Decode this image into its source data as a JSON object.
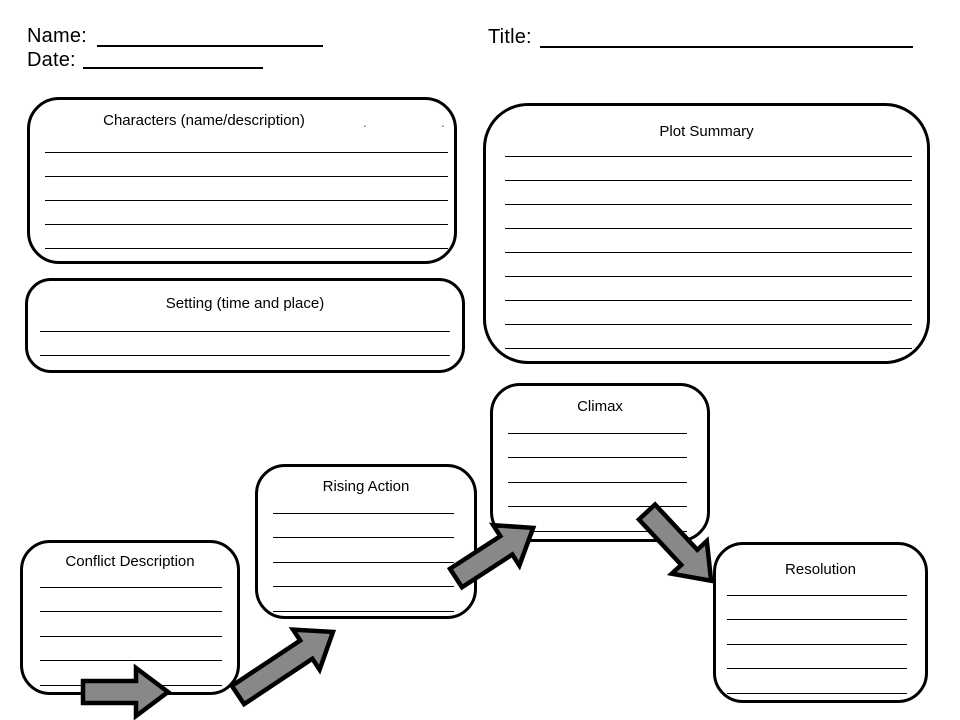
{
  "header": {
    "name_label": "Name:",
    "date_label": "Date:",
    "title_label": "Title:"
  },
  "boxes": {
    "characters": {
      "title": "Characters (name/description)",
      "line_count": 5,
      "dots": [
        ".",
        "."
      ]
    },
    "setting": {
      "title": "Setting (time and place)",
      "line_count": 2
    },
    "plot_summary": {
      "title": "Plot Summary",
      "line_count": 9
    },
    "conflict": {
      "title": "Conflict Description",
      "line_count": 5
    },
    "rising_action": {
      "title": "Rising Action",
      "line_count": 5
    },
    "climax": {
      "title": "Climax",
      "line_count": 5
    },
    "resolution": {
      "title": "Resolution",
      "line_count": 5
    }
  },
  "arrows": {
    "fill": "#888888",
    "stroke": "#000000",
    "sequence": [
      "conflict-start",
      "conflict-to-rising-action",
      "rising-action-to-climax",
      "climax-to-resolution"
    ]
  },
  "colors": {
    "background": "#ffffff",
    "ink": "#000000"
  }
}
